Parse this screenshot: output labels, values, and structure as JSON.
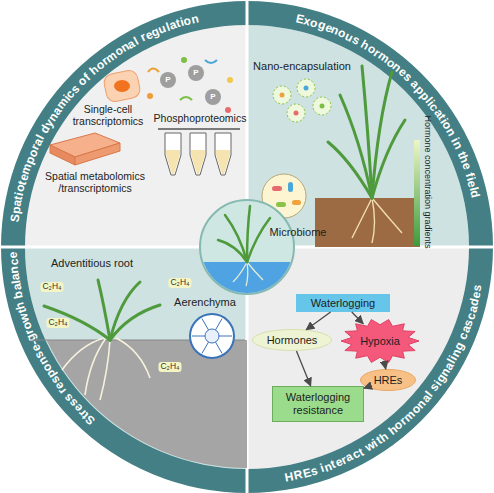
{
  "diagram": {
    "nodes": [
      {
        "text": [
          "Spatiotemporal dynamics of hormonal regulation"
        ]
      },
      {
        "text": [
          "Exogenous hormones application in the field"
        ]
      },
      {
        "text": [
          "Stress response-growth balance"
        ]
      },
      {
        "text": [
          "HREs interact with hormonal signaling cascades"
        ]
      },
      {
        "text": [
          "Waterlogging"
        ],
        "in": 3
      },
      {
        "text": [
          "Hormones"
        ],
        "in": 3
      },
      {
        "text": [
          "Hypoxia"
        ],
        "in": 3
      },
      {
        "text": [
          "HREs"
        ],
        "in": 3
      },
      {
        "text": [
          "Waterlogging resistance"
        ],
        "in": 3
      }
    ],
    "edges": [
      {
        "from": 4,
        "to": 5,
        "arrow": "to"
      },
      {
        "from": 4,
        "to": 6,
        "arrow": "to"
      },
      {
        "from": 6,
        "to": 7,
        "arrow": "to"
      },
      {
        "from": 5,
        "to": 8,
        "arrow": "to"
      },
      {
        "from": 7,
        "to": 8,
        "arrow": "to"
      }
    ],
    "labels": [
      "Single-cell transcriptomics",
      "Phosphoproteomics",
      "Spatial metabolomics /transcriptomics",
      "Nano-encapsulation",
      "Hormone concentration gradients",
      "Microbiome",
      "Adventitious root",
      "Aerenchyma",
      "C₂H₄",
      "C₂H₄",
      "C₂H₄",
      "C₂H₄",
      "P",
      "P",
      "P"
    ]
  }
}
